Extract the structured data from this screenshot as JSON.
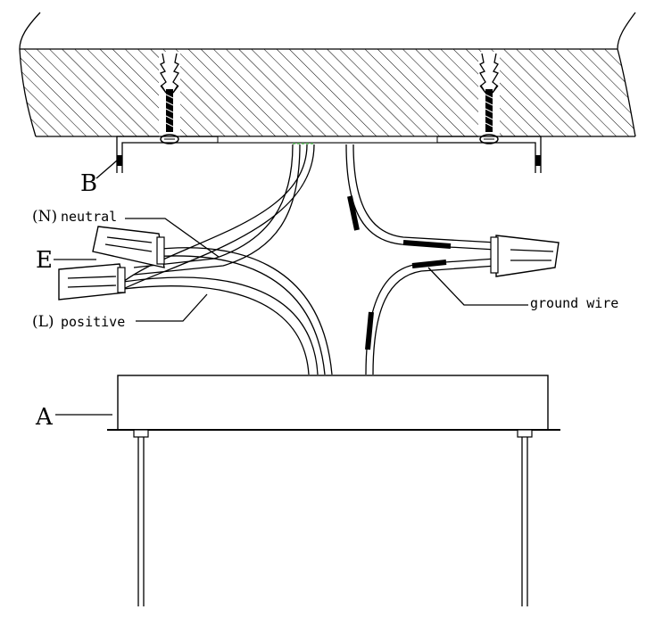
{
  "labels": {
    "a": "A",
    "b": "B",
    "e": "E",
    "neutral_prefix": "(N)",
    "neutral_text": "neutral",
    "positive_prefix": "(L)",
    "positive_text": "positive",
    "ground": "ground wire"
  },
  "colors": {
    "line": "#000000",
    "background": "#ffffff",
    "accent_green": "#5fbf5f"
  },
  "icons": [
    "ceiling-slab-hatched",
    "wall-anchor-screw",
    "mounting-bracket",
    "wire-nut-connector",
    "canopy-box",
    "suspension-cable"
  ]
}
